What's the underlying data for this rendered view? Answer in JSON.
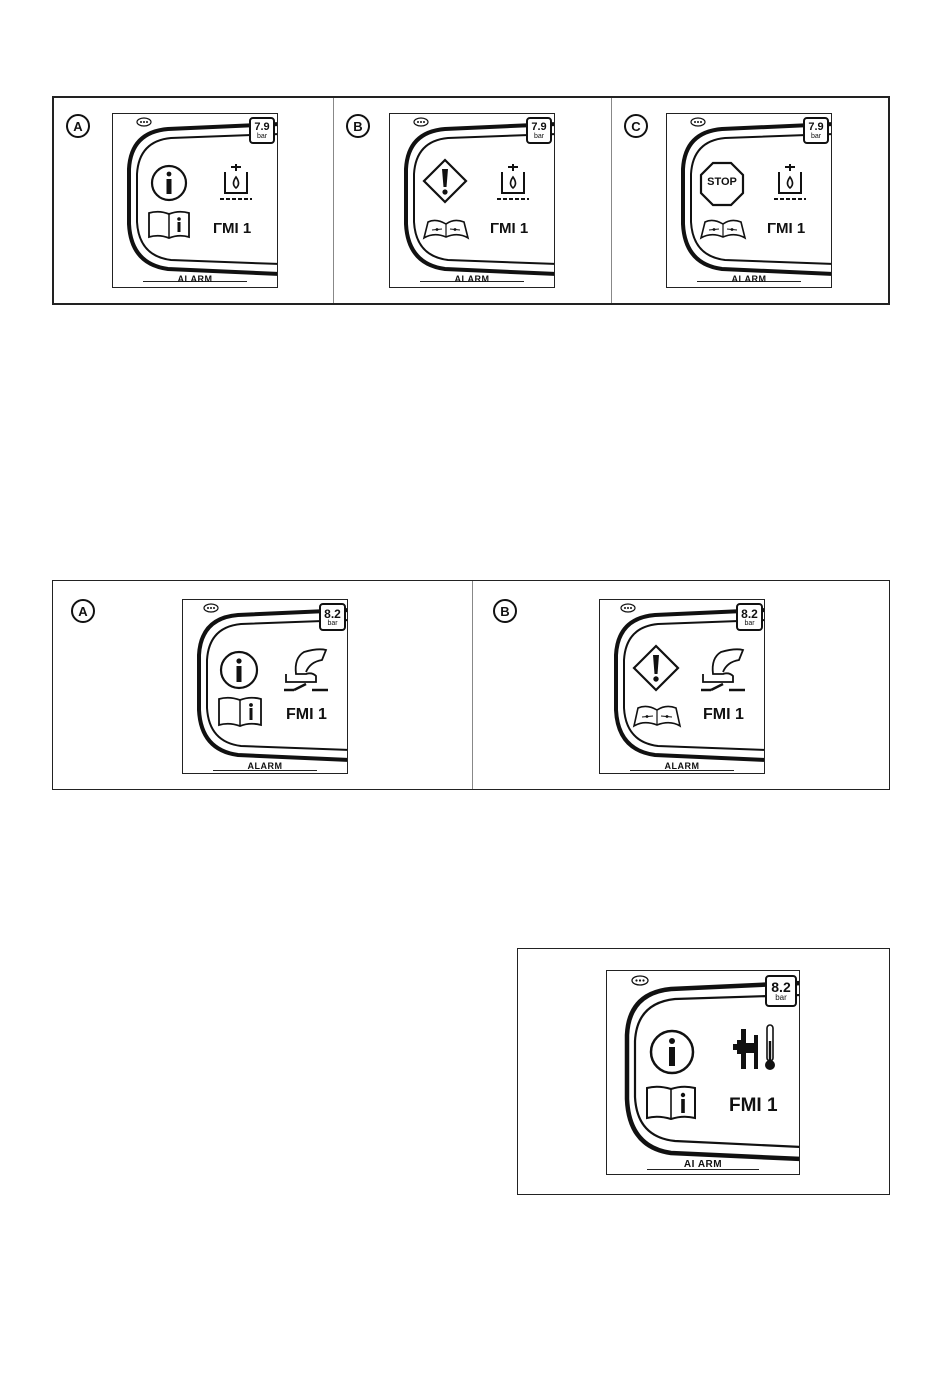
{
  "section1": {
    "panels": [
      {
        "label": "A",
        "pressure": "7.9",
        "unit": "bar",
        "code": "ΓMI 1",
        "alarm": "ALARM",
        "severity": "info-icon",
        "manual": "manual-info-icon",
        "source": "oil-tank-icon"
      },
      {
        "label": "B",
        "pressure": "7.9",
        "unit": "bar",
        "code": "ΓMI 1",
        "alarm": "ALARM",
        "severity": "warning-icon",
        "manual": "open-manual-icon",
        "source": "oil-tank-icon"
      },
      {
        "label": "C",
        "pressure": "7.9",
        "unit": "bar",
        "code": "ΓMI 1",
        "alarm": "ALARM",
        "severity": "stop-icon",
        "stop_text": "STOP",
        "manual": "open-manual-icon",
        "source": "oil-tank-icon"
      }
    ]
  },
  "section2": {
    "panels": [
      {
        "label": "A",
        "pressure": "8.2",
        "unit": "bar",
        "code": "FMI 1",
        "alarm": "ALARM",
        "severity": "info-icon",
        "manual": "manual-info-icon",
        "source": "seat-switch-icon"
      },
      {
        "label": "B",
        "pressure": "8.2",
        "unit": "bar",
        "code": "FMI 1",
        "alarm": "ALARM",
        "severity": "warning-icon",
        "manual": "open-manual-icon",
        "source": "seat-switch-icon"
      }
    ]
  },
  "section3": {
    "panel": {
      "pressure": "8.2",
      "unit": "bar",
      "code": "FMI 1",
      "alarm": "AI ARM",
      "severity": "info-icon",
      "manual": "manual-info-icon",
      "source": "transmission-temperature-icon"
    }
  }
}
